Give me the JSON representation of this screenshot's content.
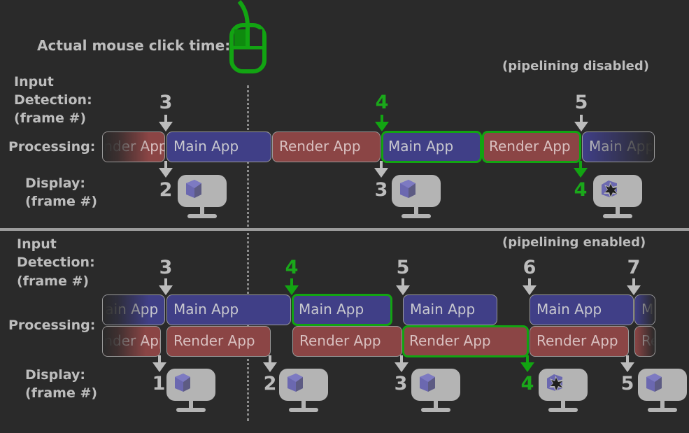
{
  "header": {
    "click_label": "Actual mouse click time:",
    "mouse_icon": "mouse-icon"
  },
  "labels": {
    "input_line1": "Input",
    "input_line2": "Detection:",
    "input_line3": "(frame #)",
    "processing": "Processing:",
    "display_line1": "Display:",
    "display_line2": "(frame #)"
  },
  "colors": {
    "main_app": "#403f87",
    "render_app": "#8b4545",
    "highlight": "#12a412",
    "neutral": "#bcbcbc",
    "background": "#2a2a2a"
  },
  "top": {
    "mode": "(pipelining disabled)",
    "input_frames": [
      {
        "n": "3",
        "highlight": false
      },
      {
        "n": "4",
        "highlight": true
      },
      {
        "n": "5",
        "highlight": false
      }
    ],
    "boxes": [
      {
        "label": "Render App",
        "kind": "render",
        "highlight": false,
        "partial": "left"
      },
      {
        "label": "Main App",
        "kind": "main",
        "highlight": false
      },
      {
        "label": "Render App",
        "kind": "render",
        "highlight": false
      },
      {
        "label": "Main App",
        "kind": "main",
        "highlight": true
      },
      {
        "label": "Render App",
        "kind": "render",
        "highlight": true
      },
      {
        "label": "Main App",
        "kind": "main",
        "highlight": false,
        "partial": "right"
      }
    ],
    "display_frames": [
      {
        "n": "2",
        "highlight": false,
        "icon": "monitor-cube-icon"
      },
      {
        "n": "3",
        "highlight": false,
        "icon": "monitor-cube-icon"
      },
      {
        "n": "4",
        "highlight": true,
        "icon": "monitor-burst-icon"
      }
    ]
  },
  "bottom": {
    "mode": "(pipelining enabled)",
    "input_frames": [
      {
        "n": "3",
        "highlight": false
      },
      {
        "n": "4",
        "highlight": true
      },
      {
        "n": "5",
        "highlight": false
      },
      {
        "n": "6",
        "highlight": false
      },
      {
        "n": "7",
        "highlight": false
      }
    ],
    "main_row": [
      {
        "label": "Main App",
        "kind": "main",
        "highlight": false,
        "partial": "left"
      },
      {
        "label": "Main App",
        "kind": "main",
        "highlight": false
      },
      {
        "label": "Main App",
        "kind": "main",
        "highlight": true
      },
      {
        "label": "Main App",
        "kind": "main",
        "highlight": false
      },
      {
        "label": "Main App",
        "kind": "main",
        "highlight": false
      },
      {
        "label": "Main App",
        "kind": "main",
        "highlight": false,
        "partial": "right"
      }
    ],
    "render_row": [
      {
        "label": "Render App",
        "kind": "render",
        "highlight": false,
        "partial": "left"
      },
      {
        "label": "Render App",
        "kind": "render",
        "highlight": false
      },
      {
        "label": "Render App",
        "kind": "render",
        "highlight": false
      },
      {
        "label": "Render App",
        "kind": "render",
        "highlight": true
      },
      {
        "label": "Render App",
        "kind": "render",
        "highlight": false
      },
      {
        "label": "Render App",
        "kind": "render",
        "highlight": false,
        "partial": "right"
      }
    ],
    "display_frames": [
      {
        "n": "1",
        "highlight": false,
        "icon": "monitor-cube-icon"
      },
      {
        "n": "2",
        "highlight": false,
        "icon": "monitor-cube-icon"
      },
      {
        "n": "3",
        "highlight": false,
        "icon": "monitor-cube-icon"
      },
      {
        "n": "4",
        "highlight": true,
        "icon": "monitor-burst-icon"
      },
      {
        "n": "5",
        "highlight": false,
        "icon": "monitor-cube-icon"
      }
    ]
  }
}
